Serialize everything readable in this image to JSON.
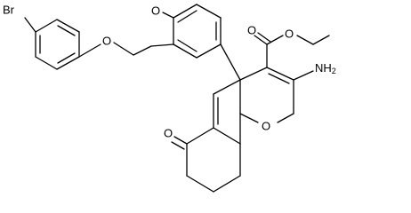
{
  "molecule": {
    "atom_labels": {
      "bromine": "Br",
      "ether_oxygen": "O",
      "methoxy_oxygen": "O",
      "ester_carbonyl_oxygen": "O",
      "ester_alkoxy_oxygen": "O",
      "amine": "NH",
      "amine_subscript": "2",
      "ketone_oxygen": "O",
      "pyran_oxygen": "O"
    },
    "colors": {
      "bonds": "#000000",
      "labels": "#000000",
      "background": "#ffffff"
    }
  }
}
